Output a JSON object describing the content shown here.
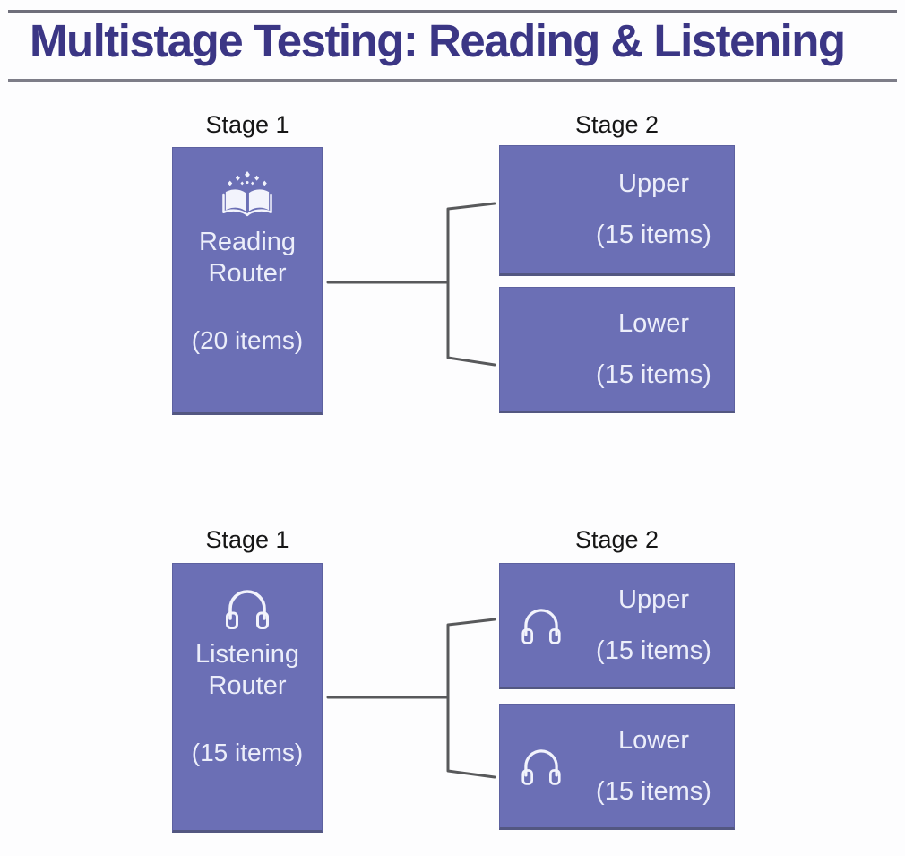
{
  "title": "Multistage Testing: Reading & Listening",
  "colors": {
    "box_fill": "#6b6fb5",
    "box_border": "#5d61a0",
    "box_text": "#eceefa",
    "title_text": "#3b3685",
    "divider_gray": "#6f6f7b",
    "connector_gray": "#58595b",
    "stage_label_text": "#161616"
  },
  "sections": [
    {
      "name": "Reading",
      "stage1_label": "Stage 1",
      "stage2_label": "Stage 2",
      "router": {
        "icon": "book-sparkles-icon",
        "name_line1": "Reading",
        "name_line2": "Router",
        "items": "(20 items)"
      },
      "branches": [
        {
          "label": "Upper",
          "items": "(15 items)",
          "icon": "none"
        },
        {
          "label": "Lower",
          "items": "(15 items)",
          "icon": "none"
        }
      ]
    },
    {
      "name": "Listening",
      "stage1_label": "Stage 1",
      "stage2_label": "Stage 2",
      "router": {
        "icon": "headphones-icon",
        "name_line1": "Listening",
        "name_line2": "Router",
        "items": "(15 items)"
      },
      "branches": [
        {
          "label": "Upper",
          "items": "(15 items)",
          "icon": "headphones-icon"
        },
        {
          "label": "Lower",
          "items": "(15 items)",
          "icon": "headphones-icon"
        }
      ]
    }
  ]
}
